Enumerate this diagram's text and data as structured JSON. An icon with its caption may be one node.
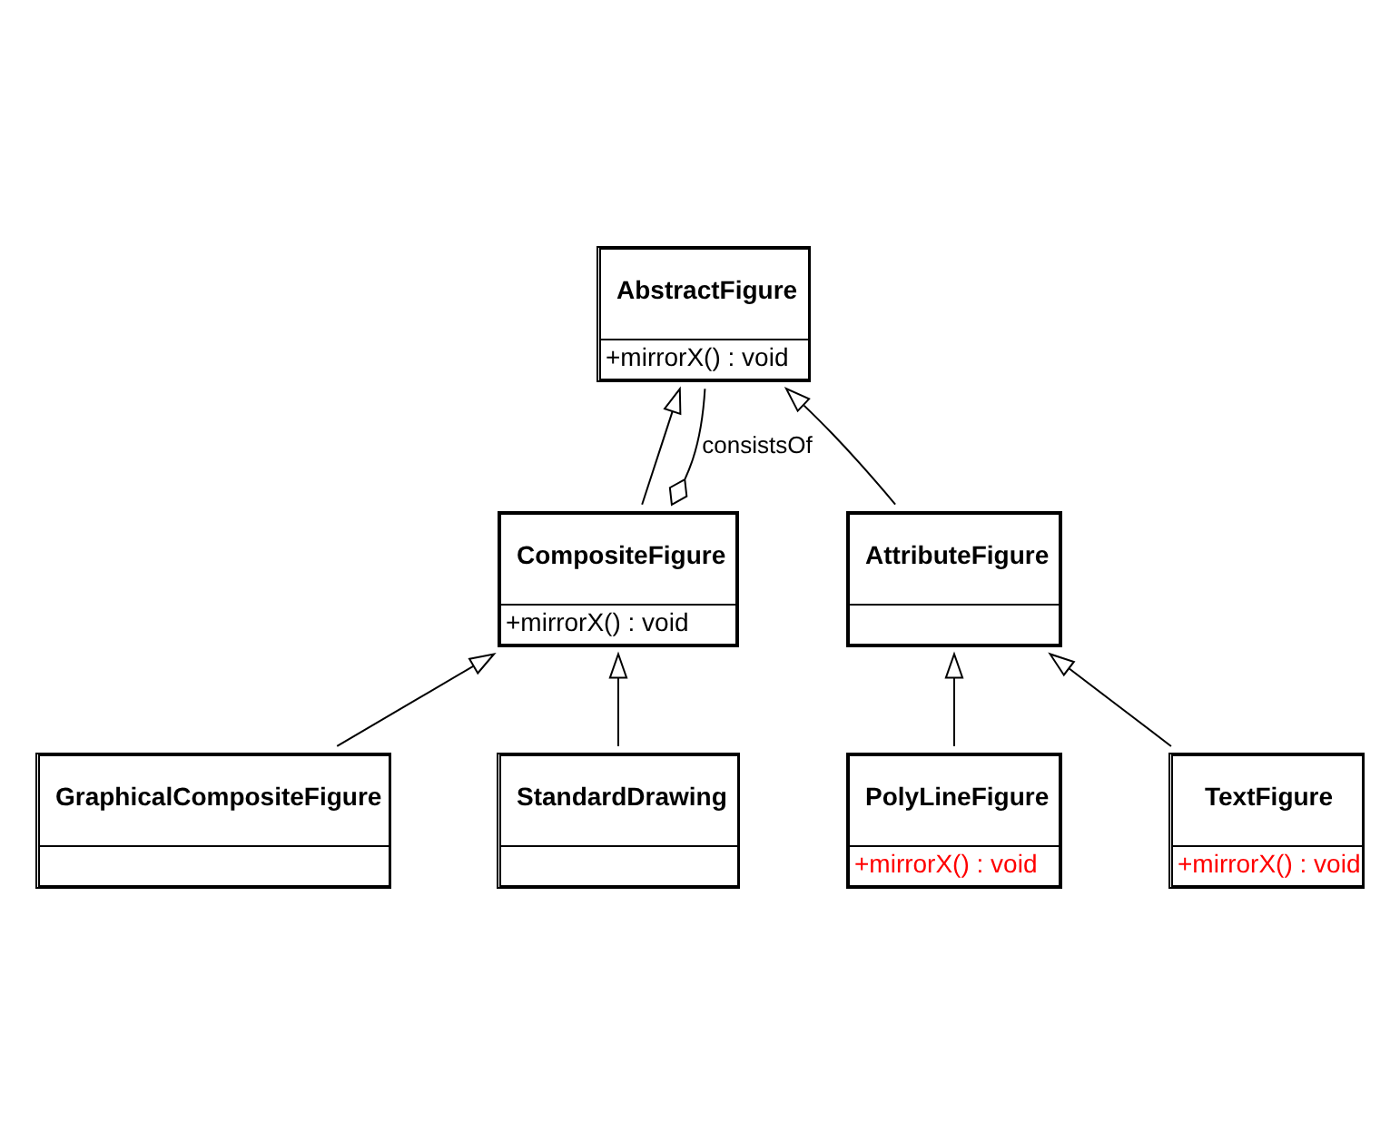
{
  "diagram": {
    "nodes": [
      {
        "text": [
          "AbstractFigure",
          "+mirrorX() : void"
        ]
      },
      {
        "text": [
          "AttributeFigure"
        ]
      },
      {
        "text": [
          "PolyLineFigure",
          "+mirrorX() : void"
        ]
      },
      {
        "text": [
          "TextFigure",
          "+mirrorX() : void"
        ]
      },
      {
        "text": [
          "CompositeFigure",
          "+mirrorX() : void"
        ]
      },
      {
        "text": [
          "GraphicalCompositeFigure"
        ]
      },
      {
        "text": [
          "StandardDrawing"
        ]
      }
    ],
    "edges": [
      {
        "from": 1,
        "to": 0,
        "arrow": "to"
      },
      {
        "from": 4,
        "to": 0,
        "arrow": "to"
      },
      {
        "from": 0,
        "to": 4,
        "arrow": "other",
        "label": "consistsOf"
      },
      {
        "from": 2,
        "to": 1,
        "arrow": "to"
      },
      {
        "from": 3,
        "to": 1,
        "arrow": "to"
      },
      {
        "from": 5,
        "to": 4,
        "arrow": "to"
      },
      {
        "from": 6,
        "to": 4,
        "arrow": "to"
      }
    ]
  }
}
